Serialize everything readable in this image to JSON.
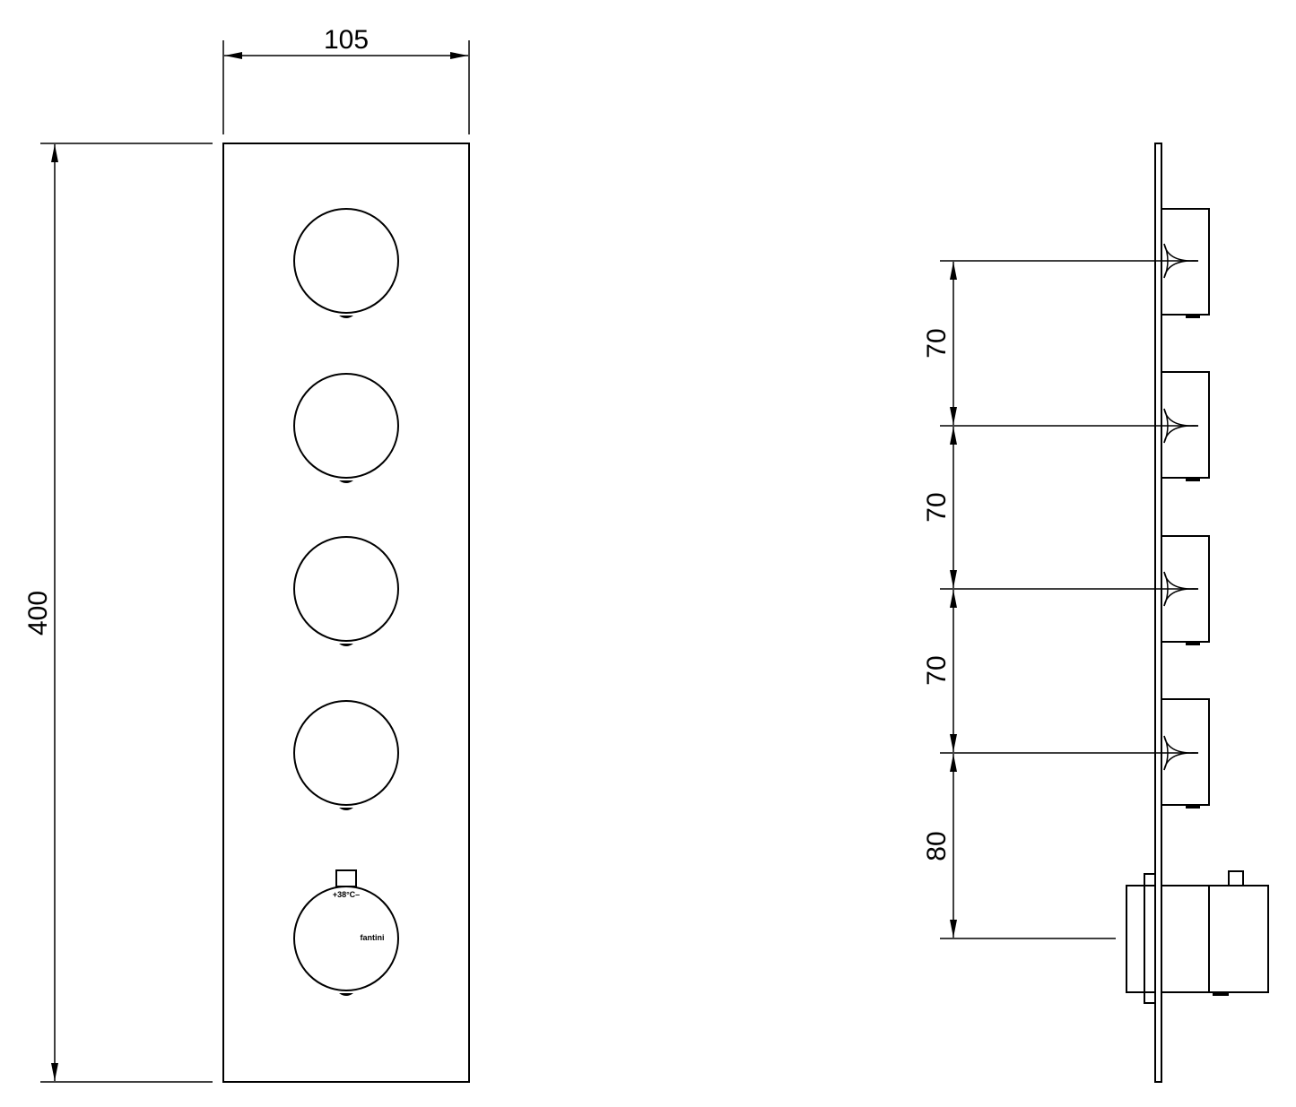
{
  "front_view": {
    "width_label": "105",
    "height_label": "400",
    "thermostat_temp_label": "+38°C–",
    "thermostat_brand_label": "fantini"
  },
  "side_view": {
    "spacing_labels": [
      "70",
      "70",
      "70",
      "80"
    ]
  },
  "colors": {
    "line": "#000000",
    "background": "#ffffff"
  }
}
